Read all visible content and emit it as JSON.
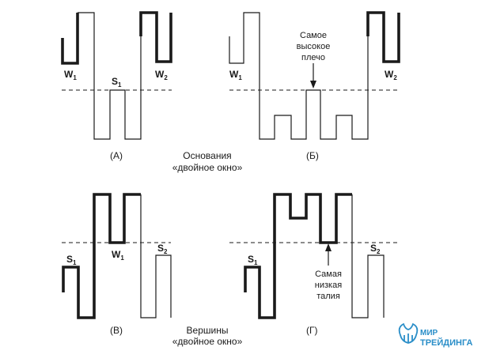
{
  "panels": {
    "a": {
      "letter": "(А)",
      "w1": "W",
      "w1_sub": "1",
      "s1": "S",
      "s1_sub": "1",
      "w2": "W",
      "w2_sub": "2"
    },
    "b": {
      "letter": "(Б)",
      "w1": "W",
      "w1_sub": "1",
      "w2": "W",
      "w2_sub": "2",
      "note_line1": "Самое",
      "note_line2": "высокое",
      "note_line3": "плечо"
    },
    "c": {
      "letter": "(В)",
      "s1": "S",
      "s1_sub": "1",
      "w1": "W",
      "w1_sub": "1",
      "s2": "S",
      "s2_sub": "2"
    },
    "d": {
      "letter": "(Г)",
      "s1": "S",
      "s1_sub": "1",
      "s2": "S",
      "s2_sub": "2",
      "note_line1": "Самая",
      "note_line2": "низкая",
      "note_line3": "талия"
    }
  },
  "captions": {
    "top_line1": "Основания",
    "top_line2": "«двойное окно»",
    "bottom_line1": "Вершины",
    "bottom_line2": "«двойное окно»"
  },
  "logo": {
    "line1": "МИР",
    "line2": "ТРЕЙДИНГА",
    "color": "#2a8ec8"
  }
}
